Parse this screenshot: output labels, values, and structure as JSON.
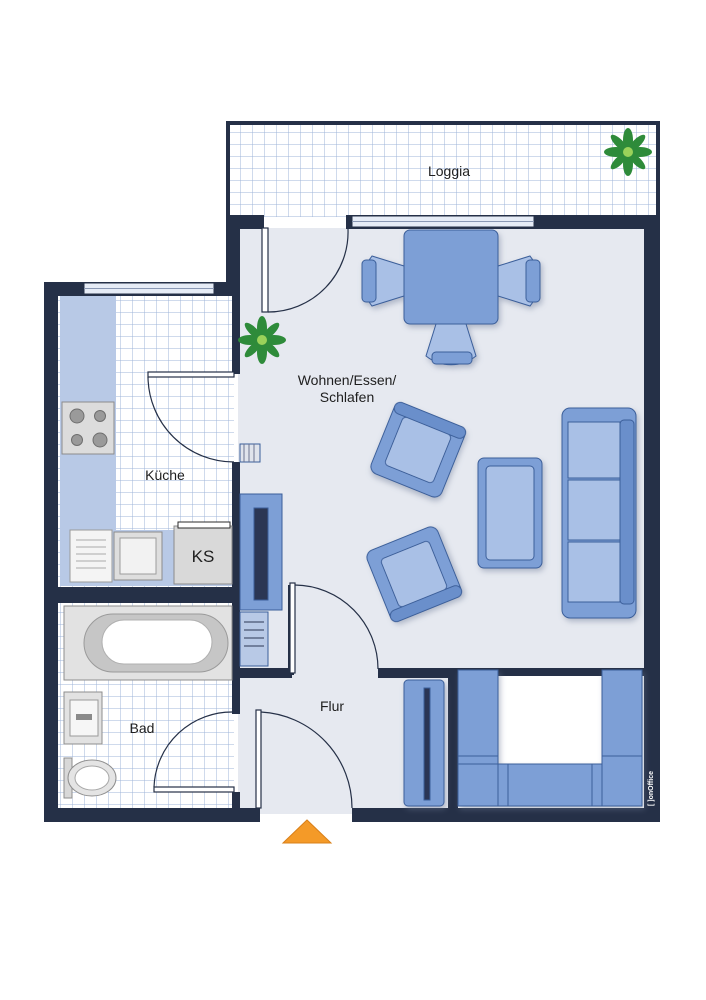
{
  "rooms": {
    "loggia": "Loggia",
    "wohnen_line1": "Wohnen/Essen/",
    "wohnen_line2": "Schlafen",
    "kueche": "Küche",
    "bad": "Bad",
    "flur": "Flur"
  },
  "appliances": {
    "fridge": "KS"
  },
  "brand": {
    "watermark": "[ ]onOffice"
  },
  "icons": {
    "plant": "plant-icon",
    "entrance": "entrance-arrow-icon"
  },
  "colors": {
    "wall": "#253047",
    "floor": "#e6e9f0",
    "tile_grid": "#9fb4d8",
    "furniture": "#7d9fd6",
    "furniture_stroke": "#3b5e9a",
    "counter": "#b8c9e6",
    "entrance_arrow": "#f49a28"
  }
}
